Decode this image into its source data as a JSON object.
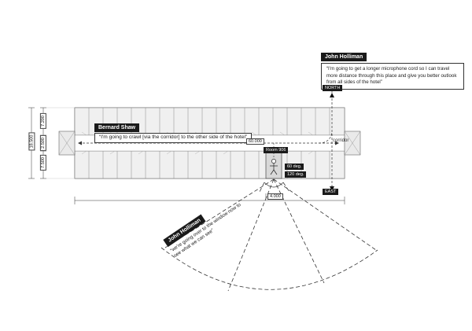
{
  "speakers": {
    "hollimanTop": {
      "name": "John Holliman",
      "quote": "“I'm going to get a longer microphone cord so I can travel more distance through this place and give you better outlook from all sides of the hotel”"
    },
    "shaw": {
      "name": "Bernard Shaw",
      "quote": "“I'm going to crawl [via the corridor] to the other side of the hotel”"
    },
    "hollimanBottom": {
      "name": "John Holliman",
      "quote": "“we're going over to the window now to see what we can see”"
    }
  },
  "compass": {
    "north": "NORTH",
    "east": "EAST"
  },
  "labels": {
    "corridor": "corridor",
    "room": "Room 906",
    "angle60": "60 deg.",
    "angle120": "120 deg.",
    "width4000": "4.000",
    "length60000": "60.000",
    "overall18500": "18.500",
    "dim7200": "7.200",
    "dim2500": "2.500",
    "dim7500": "7.500"
  }
}
